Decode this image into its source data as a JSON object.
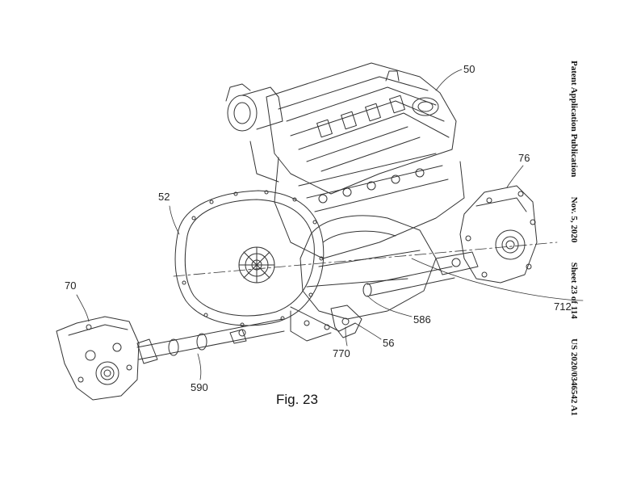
{
  "header": {
    "publication": "Patent Application Publication",
    "date": "Nov. 5, 2020",
    "sheet": "Sheet 23 of 114",
    "number": "US 2020/0346542 A1"
  },
  "figure": {
    "caption": "Fig. 23"
  },
  "reference_numerals": {
    "r50": "50",
    "r52": "52",
    "r56": "56",
    "r70": "70",
    "r76": "76",
    "r586": "586",
    "r590": "590",
    "r712": "712",
    "r770": "770"
  }
}
